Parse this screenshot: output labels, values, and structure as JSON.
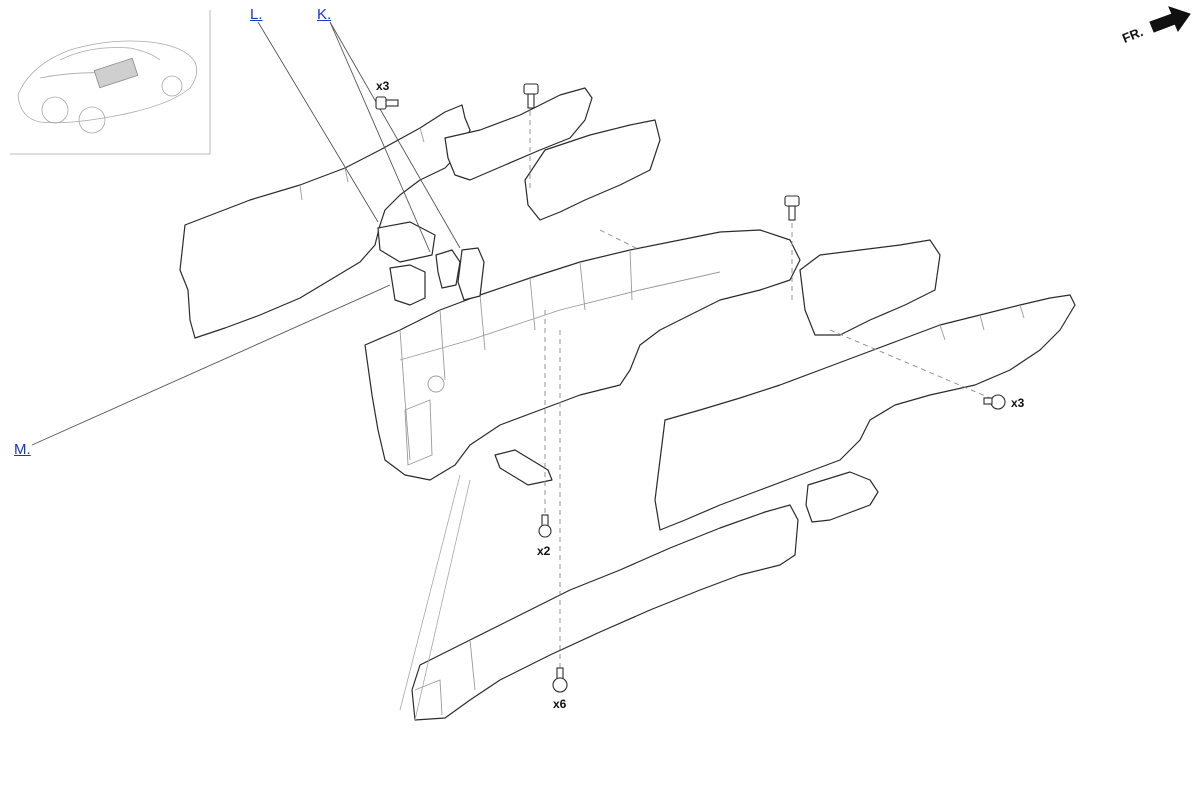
{
  "callouts": {
    "l": "L.",
    "k": "K.",
    "m": "M."
  },
  "quantities": {
    "top_left_bolts": "x3",
    "right_bolts": "x3",
    "center_bolts": "x2",
    "bottom_bolts": "x6"
  },
  "direction_indicator": {
    "label": "FR."
  },
  "colors": {
    "link": "#1a33c8",
    "outline": "#2b2b2b"
  }
}
